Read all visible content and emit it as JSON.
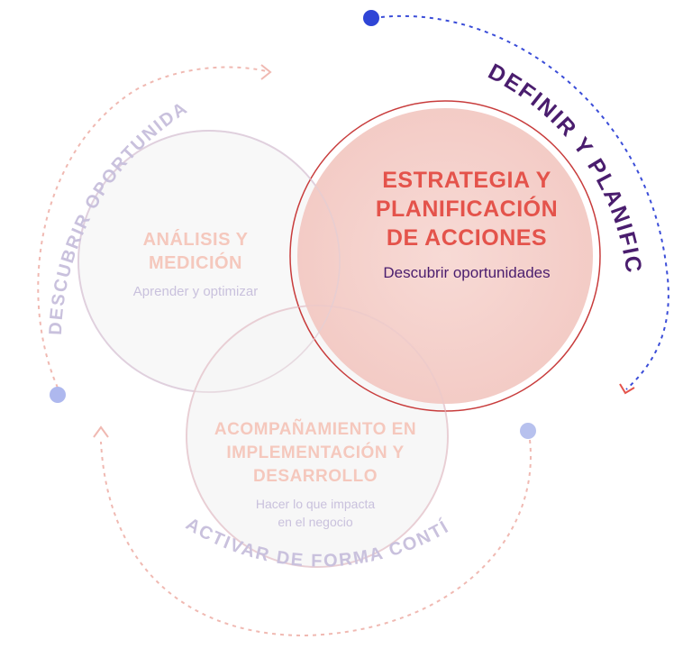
{
  "circles": {
    "analisis": {
      "title_line1": "ANÁLISIS Y",
      "title_line2": "MEDICIÓN",
      "subtitle": "Aprender y optimizar"
    },
    "estrategia": {
      "title_line1": "ESTRATEGIA Y",
      "title_line2": "PLANIFICACIÓN",
      "title_line3": "DE ACCIONES",
      "subtitle": "Descubrir oportunidades"
    },
    "acompanamiento": {
      "title_line1": "ACOMPAÑAMIENTO EN",
      "title_line2": "IMPLEMENTACIÓN Y",
      "title_line3": "DESARROLLO",
      "subtitle_line1": "Hacer lo que impacta",
      "subtitle_line2": "en el negocio"
    }
  },
  "cycle_labels": {
    "definir": "DEFINIR Y PLANIFICAR",
    "descubrir": "DESCUBRIR OPORTUNIDADES",
    "activar": "ACTIVAR DE FORMA CONTÍNUA"
  },
  "colors": {
    "accent_red": "#e4534b",
    "deep_purple": "#4a1d6e",
    "blue_dot": "#2f45d6",
    "faded_purple": "#c6bedf",
    "faded_peach": "#f6c9bd",
    "lavender_dot": "#aeb8ee"
  }
}
